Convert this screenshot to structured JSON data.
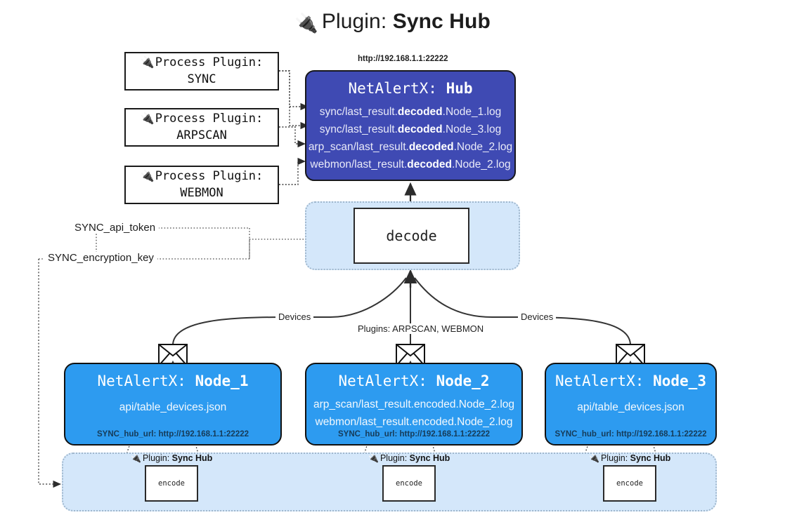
{
  "title": {
    "icon": "plug-icon",
    "prefix": "Plugin:",
    "name": "Sync Hub"
  },
  "process_plugins": [
    {
      "icon": "plug-icon",
      "line1": "Process Plugin:",
      "line2": "SYNC"
    },
    {
      "icon": "plug-icon",
      "line1": "Process Plugin:",
      "line2": "ARPSCAN"
    },
    {
      "icon": "plug-icon",
      "line1": "Process Plugin:",
      "line2": "WEBMON"
    }
  ],
  "hub": {
    "url_label": "http://192.168.1.1:22222",
    "title_prefix": "NetAlertX:",
    "title_name": "Hub",
    "loglines": [
      {
        "pre": "sync/last_result.",
        "strong": "decoded",
        "post": ".Node_1.log"
      },
      {
        "pre": "sync/last_result.",
        "strong": "decoded",
        "post": ".Node_3.log"
      },
      {
        "pre": "arp_scan/last_result.",
        "strong": "decoded",
        "post": ".Node_2.log"
      },
      {
        "pre": "webmon/last_result.",
        "strong": "decoded",
        "post": ".Node_2.log"
      }
    ]
  },
  "decode": {
    "label": "decode"
  },
  "secrets": [
    {
      "label": "SYNC_api_token"
    },
    {
      "label": "SYNC_encryption_key"
    }
  ],
  "edge_labels": {
    "devices_left": "Devices",
    "devices_right": "Devices",
    "plugins_center": "Plugins: ARPSCAN, WEBMON"
  },
  "nodes": [
    {
      "title_prefix": "NetAlertX:",
      "title_name": "Node_1",
      "lines": [
        "api/table_devices.json"
      ],
      "footer": "SYNC_hub_url: http://192.168.1.1:22222",
      "icon": "envelope-icon"
    },
    {
      "title_prefix": "NetAlertX:",
      "title_name": "Node_2",
      "lines": [
        "arp_scan/last_result.encoded.Node_2.log",
        "webmon/last_result.encoded.Node_2.log"
      ],
      "footer": "SYNC_hub_url: http://192.168.1.1:22222",
      "icon": "envelope-icon"
    },
    {
      "title_prefix": "NetAlertX:",
      "title_name": "Node_3",
      "lines": [
        "api/table_devices.json"
      ],
      "footer": "SYNC_hub_url: http://192.168.1.1:22222",
      "icon": "envelope-icon"
    }
  ],
  "encoders": [
    {
      "tag_prefix": "Plugin:",
      "tag_name": "Sync Hub",
      "label": "encode",
      "icon": "plug-icon"
    },
    {
      "tag_prefix": "Plugin:",
      "tag_name": "Sync Hub",
      "label": "encode",
      "icon": "plug-icon"
    },
    {
      "tag_prefix": "Plugin:",
      "tag_name": "Sync Hub",
      "label": "encode",
      "icon": "plug-icon"
    }
  ],
  "colors": {
    "hub": "#3f4ab3",
    "node": "#2d9bf0",
    "zone": "#d4e7fa",
    "stroke": "#2a2a2a",
    "background": "#ffffff"
  }
}
